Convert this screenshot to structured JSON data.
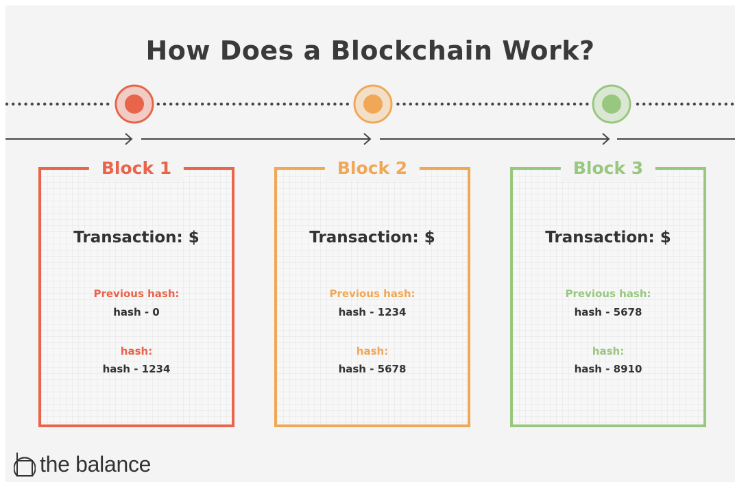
{
  "title": "How Does a Blockchain Work?",
  "blocks": [
    {
      "name": "Block 1",
      "transaction": "Transaction: $",
      "previous_hash_label": "Previous hash:",
      "previous_hash": "hash - 0",
      "hash_label": "hash:",
      "hash": "hash - 1234",
      "color": "#e8644a"
    },
    {
      "name": "Block  2",
      "transaction": "Transaction: $",
      "previous_hash_label": "Previous hash:",
      "previous_hash": "hash - 1234",
      "hash_label": "hash:",
      "hash": "hash - 5678",
      "color": "#f0a856"
    },
    {
      "name": "Block  3",
      "transaction": "Transaction: $",
      "previous_hash_label": "Previous hash:",
      "previous_hash": "hash - 5678",
      "hash_label": "hash:",
      "hash": "hash - 8910",
      "color": "#98c77f"
    }
  ],
  "colors": {
    "dots": "#444444",
    "arrow": "#444444",
    "text": "#333333",
    "background": "#f4f4f4"
  },
  "icons": {
    "brand": "the-balance-logo-icon"
  },
  "brand": {
    "name": "the balance"
  }
}
